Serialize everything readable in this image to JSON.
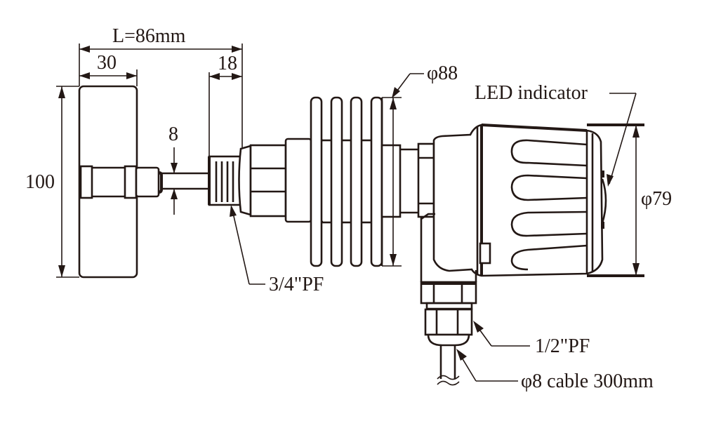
{
  "diagram": {
    "title": "Level sensor dimension drawing",
    "colors": {
      "ink": "#231815",
      "background": "#ffffff"
    },
    "dimensions": {
      "overall_length": "L=86mm",
      "paddle_width": "30",
      "thread_length": "18",
      "paddle_height": "100",
      "shaft_diameter": "8",
      "fin_diameter": "φ88",
      "housing_diameter": "φ79"
    },
    "callouts": {
      "led": "LED indicator",
      "process_thread": "3/4\"PF",
      "cable_thread": "1/2\"PF",
      "cable": "φ8 cable 300mm"
    }
  }
}
